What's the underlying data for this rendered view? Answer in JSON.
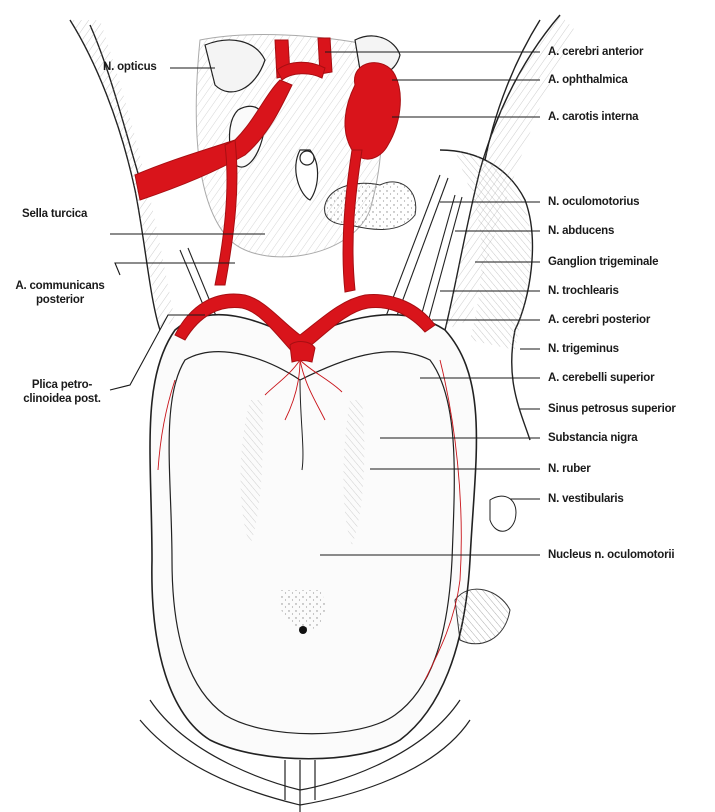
{
  "diagram": {
    "colors": {
      "artery": "#d9141b",
      "artery_dark": "#a80e12",
      "ink": "#1a1a1a",
      "hatch": "#8a8a8a",
      "paper": "#ffffff"
    },
    "labels_right": [
      "A. cerebri anterior",
      "A. ophthalmica",
      "A. carotis interna",
      "N. oculomotorius",
      "N. abducens",
      "Ganglion trigeminale",
      "N. trochlearis",
      "A. cerebri posterior",
      "N. trigeminus",
      "A. cerebelli superior",
      "Sinus petrosus superior",
      "Substancia nigra",
      "N. ruber",
      "N. vestibularis",
      "Nucleus n. oculomotorii"
    ],
    "labels_left": {
      "n_opticus": "N. opticus",
      "sella_turcica": "Sella turcica",
      "a_communicans_1": "A. communicans",
      "a_communicans_2": "posterior",
      "plica_1": "Plica petro-",
      "plica_2": "clinoidea post."
    }
  }
}
